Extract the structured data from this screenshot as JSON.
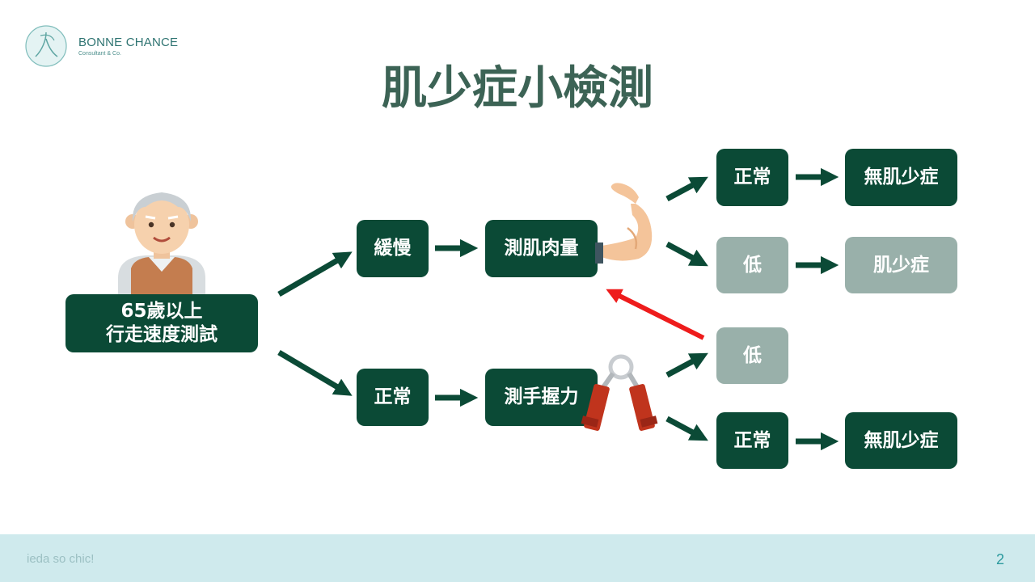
{
  "brand": {
    "name": "BONNE CHANCE",
    "tagline": "Consultant & Co."
  },
  "title": "肌少症小檢測",
  "flow": {
    "start": {
      "line1": "65歲以上",
      "line2": "行走速度測試"
    },
    "walk_slow": "緩慢",
    "walk_normal": "正常",
    "measure_muscle": "測肌肉量",
    "measure_grip": "測手握力",
    "muscle_normal": "正常",
    "muscle_low": "低",
    "grip_low": "低",
    "grip_normal": "正常",
    "result_no_1": "無肌少症",
    "result_yes": "肌少症",
    "result_no_2": "無肌少症"
  },
  "colors": {
    "dark_green": "#0b4a36",
    "grey_green": "#99b0aa",
    "title": "#3c6355",
    "arrow_red": "#ee1c1c",
    "footer_bg": "#cfeaed"
  },
  "footer": {
    "text": "ieda so chic!",
    "page": "2"
  }
}
